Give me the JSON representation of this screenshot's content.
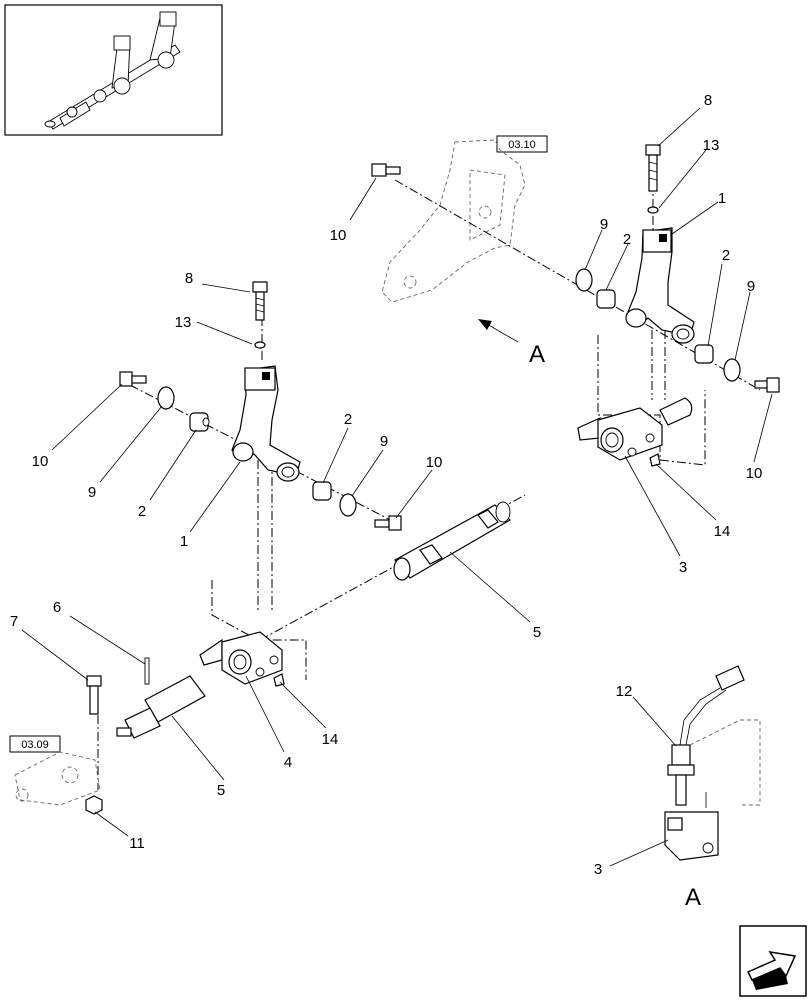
{
  "diagram": {
    "callouts": [
      {
        "id": "c8a",
        "text": "8"
      },
      {
        "id": "c13a",
        "text": "13"
      },
      {
        "id": "c1a",
        "text": "1"
      },
      {
        "id": "c9a",
        "text": "9"
      },
      {
        "id": "c2a",
        "text": "2"
      },
      {
        "id": "c2b",
        "text": "2"
      },
      {
        "id": "c9b",
        "text": "9"
      },
      {
        "id": "c10a",
        "text": "10"
      },
      {
        "id": "c10b",
        "text": "10"
      },
      {
        "id": "c8b",
        "text": "8"
      },
      {
        "id": "c13b",
        "text": "13"
      },
      {
        "id": "c1b",
        "text": "1"
      },
      {
        "id": "c9c",
        "text": "9"
      },
      {
        "id": "c2c",
        "text": "2"
      },
      {
        "id": "c2d",
        "text": "2"
      },
      {
        "id": "c9d",
        "text": "9"
      },
      {
        "id": "c10c",
        "text": "10"
      },
      {
        "id": "c10d",
        "text": "10"
      },
      {
        "id": "c3a",
        "text": "3"
      },
      {
        "id": "c14a",
        "text": "14"
      },
      {
        "id": "c5a",
        "text": "5"
      },
      {
        "id": "c7",
        "text": "7"
      },
      {
        "id": "c6",
        "text": "6"
      },
      {
        "id": "c4",
        "text": "4"
      },
      {
        "id": "c14b",
        "text": "14"
      },
      {
        "id": "c5b",
        "text": "5"
      },
      {
        "id": "c11",
        "text": "11"
      },
      {
        "id": "c12",
        "text": "12"
      },
      {
        "id": "c3b",
        "text": "3"
      }
    ],
    "ref_boxes": {
      "top": "03.10",
      "left": "03.09"
    },
    "view_labels": {
      "arrow_a": "A",
      "detail_a": "A"
    },
    "icons": {
      "thumbnail": "assembly-thumbnail-icon",
      "navigation": "next-page-arrow-icon"
    }
  }
}
